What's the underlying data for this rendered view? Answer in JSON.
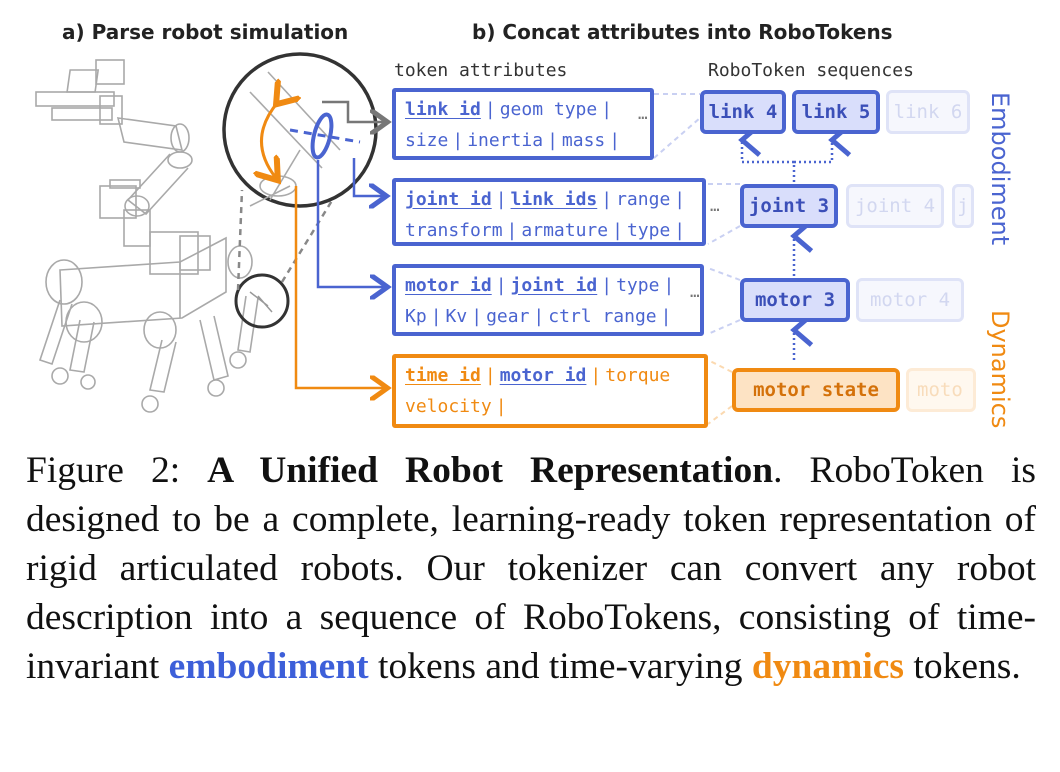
{
  "headings": {
    "a": "a) Parse robot simulation",
    "b": "b) Concat attributes into RoboTokens"
  },
  "column_headers": {
    "attributes": "token attributes",
    "sequences": "RoboToken sequences"
  },
  "side_labels": {
    "embodiment": "Embodiment",
    "dynamics": "Dynamics"
  },
  "ellipsis": "…",
  "token_boxes": {
    "link": {
      "row1": [
        "link id",
        "geom type"
      ],
      "row2": [
        "size",
        "inertia",
        "mass"
      ]
    },
    "joint": {
      "row1": [
        "joint id",
        "link ids",
        "range"
      ],
      "row2": [
        "transform",
        "armature",
        "type"
      ]
    },
    "motor": {
      "row1": [
        "motor id",
        "joint id",
        "type"
      ],
      "row2": [
        "Kp",
        "Kv",
        "gear",
        "ctrl range"
      ]
    },
    "time": {
      "row1": [
        "time id",
        "motor id",
        "torque"
      ],
      "row2": [
        "velocity"
      ]
    }
  },
  "chips": {
    "link4": "link 4",
    "link5": "link 5",
    "link6": "link 6",
    "joint3": "joint 3",
    "joint4": "joint 4",
    "joint5": "j",
    "motor3": "motor 3",
    "motor4": "motor 4",
    "motor_state": "motor state",
    "motor_state_next": "moto"
  },
  "colors": {
    "embodiment": "#4a64d0",
    "dynamics": "#f08a12"
  },
  "caption": {
    "prefix": "Figure 2: ",
    "title": "A Unified Robot Representation",
    "body1": ". RoboToken is designed to be a complete, learning-ready token representation of rigid articulated robots. Our tokenizer can convert any robot description into a sequence of RoboTokens, consisting of time-invariant ",
    "embodiment": "embodiment",
    "body2": " tokens and time-varying ",
    "dynamics": "dynamics",
    "body3": " tokens."
  }
}
